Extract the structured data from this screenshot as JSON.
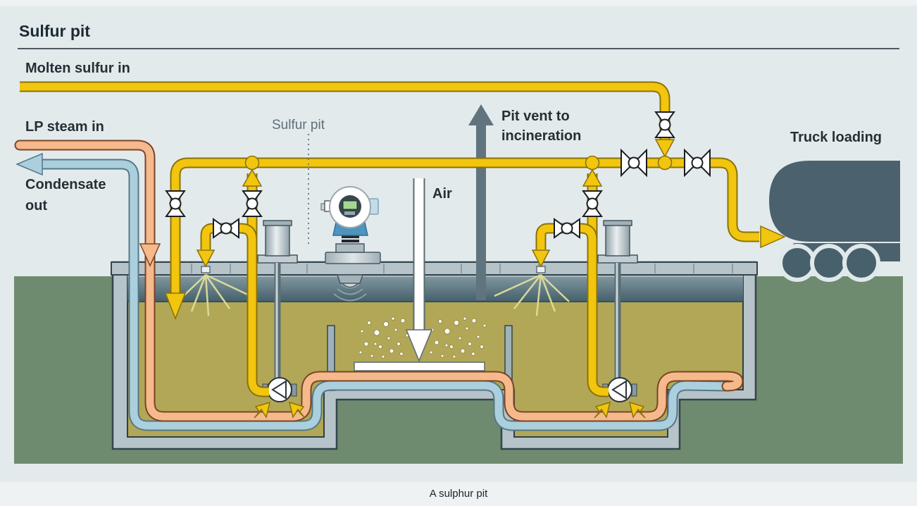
{
  "title": "Sulfur pit",
  "caption": "A sulphur pit",
  "labels": {
    "molten": "Molten sulfur in",
    "lp_steam": "LP steam in",
    "condensate1": "Condensate",
    "condensate2": "out",
    "pit_pointer": "Sulfur pit",
    "vent1": "Pit vent to",
    "vent2": "incineration",
    "air": "Air",
    "truck": "Truck loading"
  },
  "colors": {
    "molten_sulfur_pipe": "#F2C50E",
    "steam_pipe": "#F5B98C",
    "condensate_pipe": "#ABCFDD",
    "slate_dark": "#4B626E",
    "ground_green": "#6E8B70",
    "liquid_sulfur": "#B1A757",
    "concrete": "#B6C3C8",
    "panel_background": "#E3EAEC",
    "page_background": "#EFF2F3"
  },
  "components": {
    "valve_count": 8,
    "pump_count": 2,
    "level_transmitter": "radar level transmitter",
    "spray_nozzles": 2
  }
}
